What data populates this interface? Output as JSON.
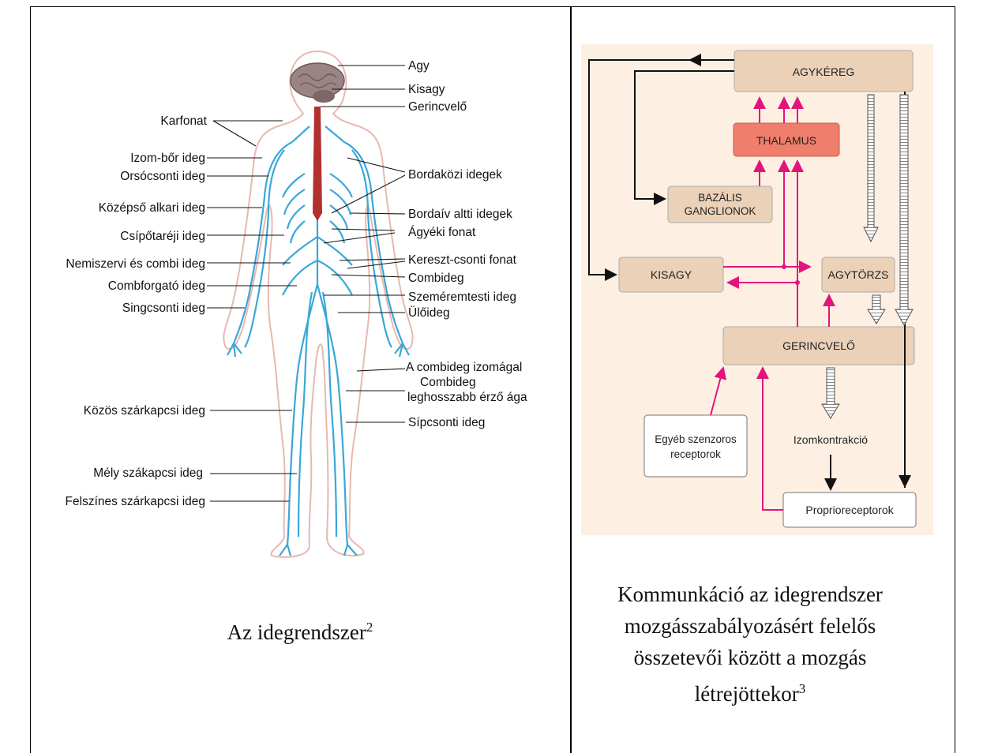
{
  "left_panel": {
    "caption": "Az idegrendszer",
    "caption_sup": "2",
    "labels_right": [
      "Agy",
      "Kisagy",
      "Gerincvelő",
      "Bordaközi idegek",
      "Bordaív altti idegek",
      "Ágyéki fonat",
      "Kereszt-csonti fonat",
      "Combideg",
      "Szeméremtesti ideg",
      "Ülőideg",
      "A combideg izomágal",
      "Combideg",
      "leghosszabb érző ága",
      "Sípcsonti ideg"
    ],
    "labels_left": [
      "Karfonat",
      "Izom-bőr ideg",
      "Orsócsonti ideg",
      "Középső alkari ideg",
      "Csípőtaréji ideg",
      "Nemiszervi és combi ideg",
      "Combforgató ideg",
      "Singcsonti ideg",
      "Közös szárkapcsi ideg",
      "Mély szákapcsi ideg",
      "Felszínes szárkapcsi ideg"
    ]
  },
  "right_panel": {
    "caption_lines": [
      "Kommunkáció az idegrendszer",
      "mozgásszabályozásért felelős",
      "összetevői között a mozgás",
      "létrejöttekor"
    ],
    "caption_sup": "3",
    "boxes": {
      "agykereg": "AGYKÉREG",
      "thalamus": "THALAMUS",
      "bazalis1": "BAZÁLIS",
      "bazalis2": "GANGLIONOK",
      "kisagy": "KISAGY",
      "agytorzs": "AGYTÖRZS",
      "gerincvelo": "GERINCVELŐ",
      "egyeb1": "Egyéb szenzoros",
      "egyeb2": "receptorok",
      "izom": "Izomkontrakció",
      "proprio": "Proprioreceptorok"
    },
    "colors": {
      "background": "#fdf0e2",
      "box": "#ead1b8",
      "thalamus": "#f07e6c",
      "pink": "#e3137e"
    }
  }
}
